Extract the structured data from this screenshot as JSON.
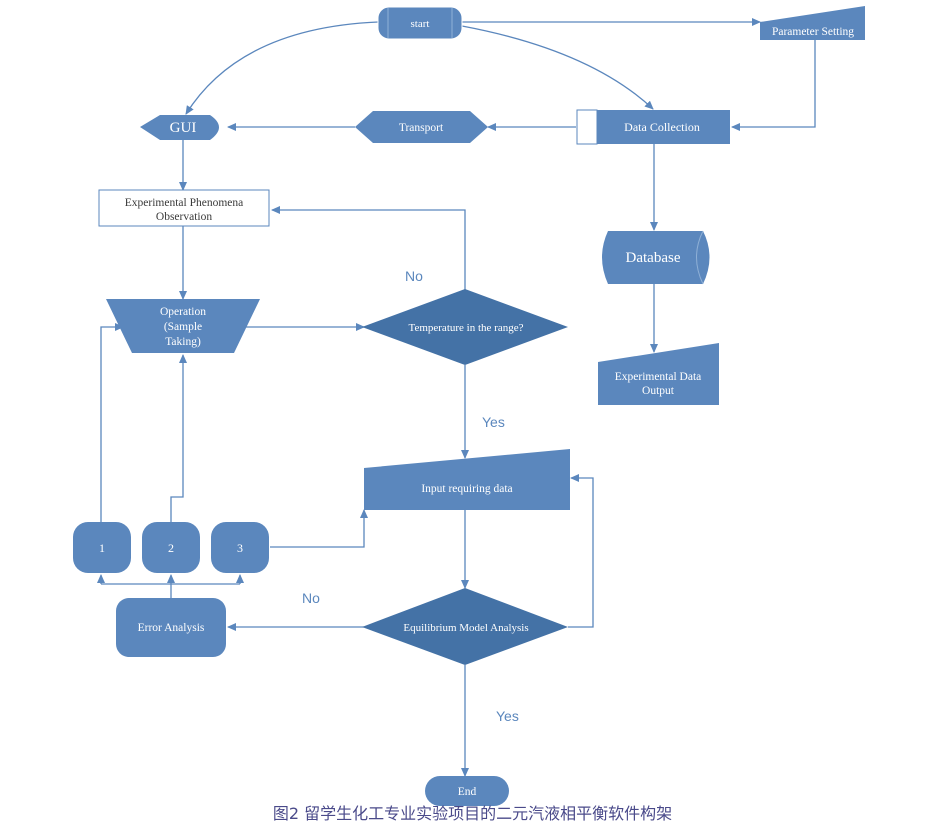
{
  "colors": {
    "node": "#5b87bd",
    "node_dark": "#4a74a8",
    "diamond": "#4472a6",
    "line": "#5b87bd",
    "edge_label": "#5b87bd",
    "caption": "#4a4a8a"
  },
  "nodes": {
    "start": "start",
    "parameter_setting": "Parameter Setting",
    "gui": "GUI",
    "transport": "Transport",
    "data_collection": "Data Collection",
    "observation_line1": "Experimental Phenomena",
    "observation_line2": "Observation",
    "database": "Database",
    "operation_line1": "Operation",
    "operation_line2": "(Sample",
    "operation_line3": "Taking)",
    "temperature_check": "Temperature  in the range?",
    "exp_output_line1": "Experimental Data",
    "exp_output_line2": "Output",
    "input_data": "Input requiring data",
    "sample_1": "1",
    "sample_2": "2",
    "sample_3": "3",
    "error_analysis": "Error Analysis",
    "equilibrium": "Equilibrium Model Analysis",
    "end": "End"
  },
  "edge_labels": {
    "temp_no": "No",
    "temp_yes": "Yes",
    "eq_no": "No",
    "eq_yes": "Yes"
  },
  "caption": "图2 留学生化工专业实验项目的二元汽液相平衡软件构架"
}
